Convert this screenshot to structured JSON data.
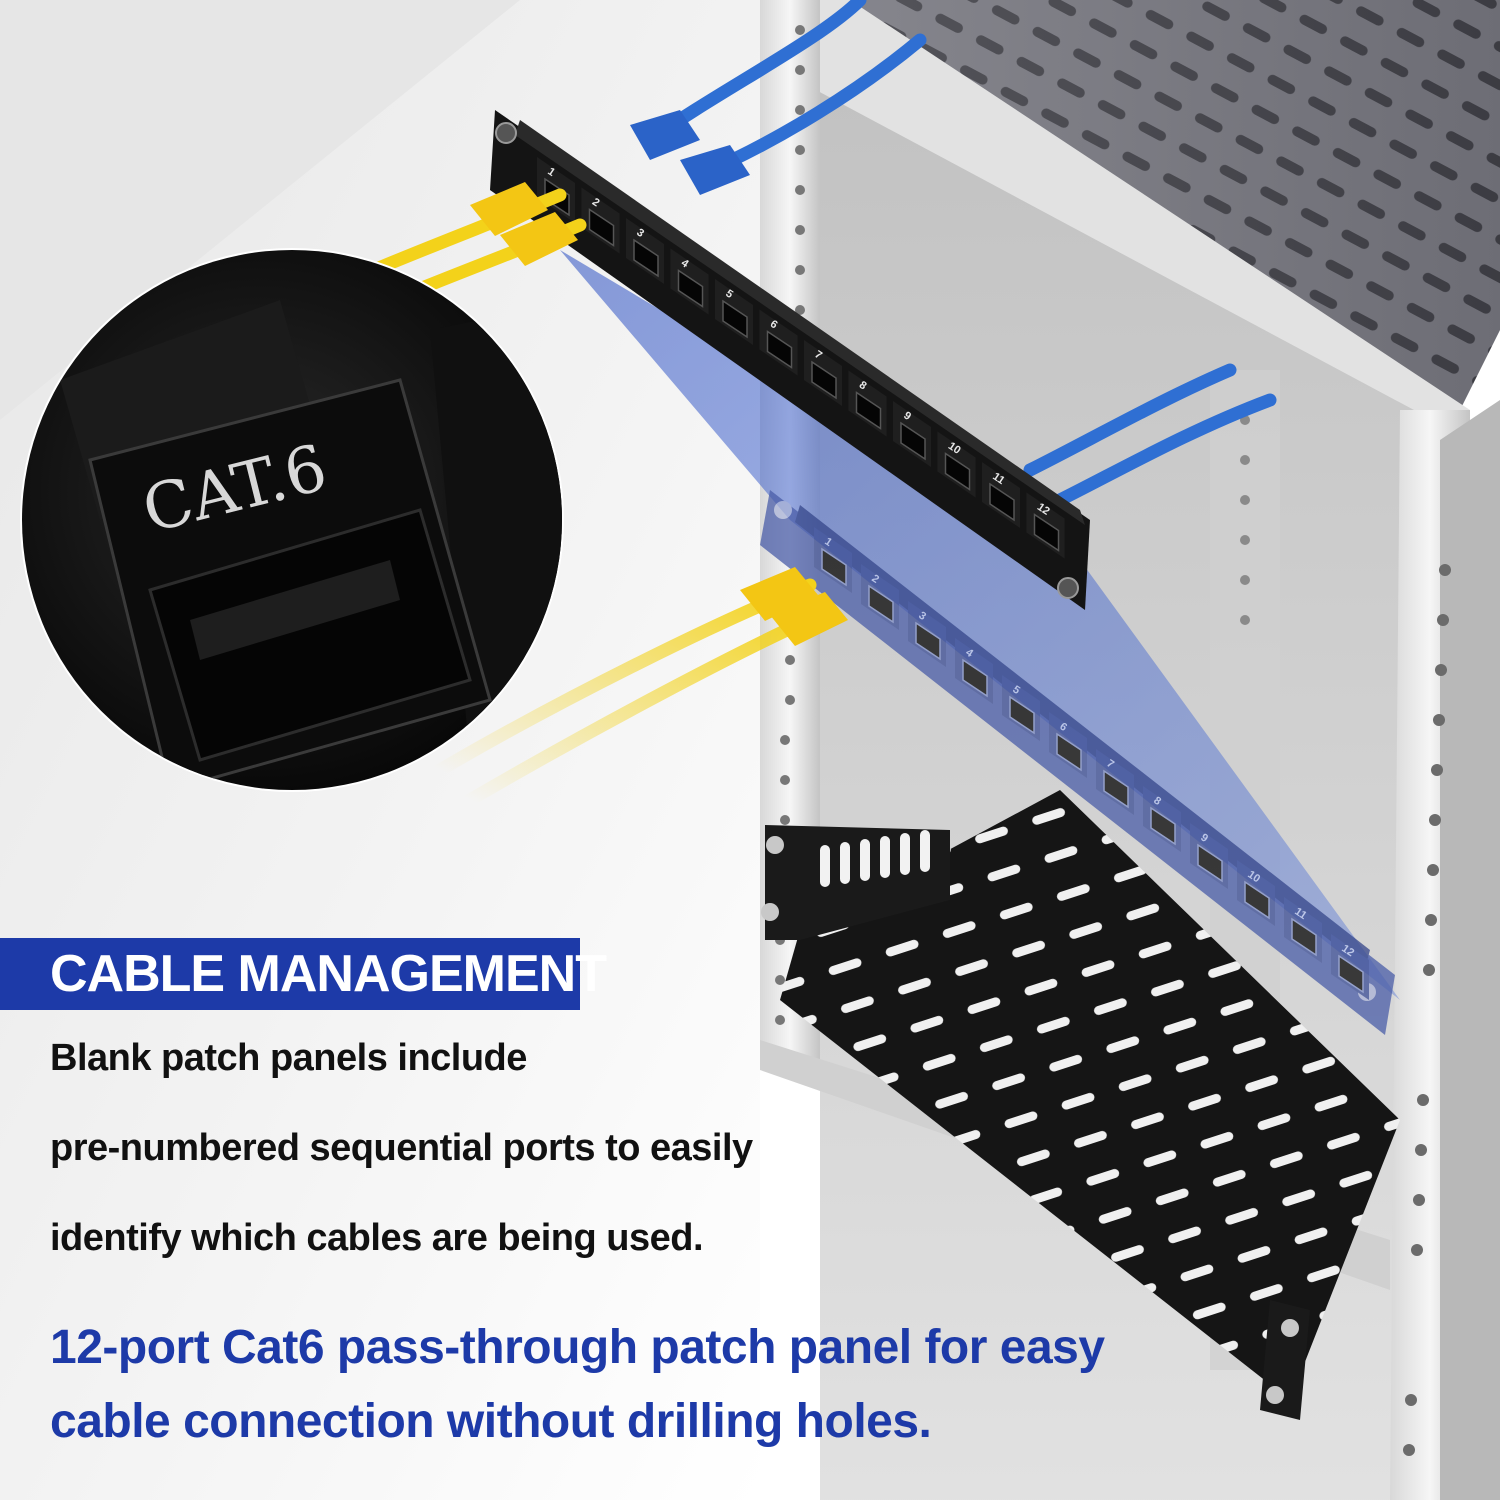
{
  "zoom_inset": {
    "jack_label": "CAT.6"
  },
  "patch_panel": {
    "port_numbers": [
      "1",
      "2",
      "3",
      "4",
      "5",
      "6",
      "7",
      "8",
      "9",
      "10",
      "11",
      "12"
    ]
  },
  "heading": "CABLE MANAGEMENT",
  "description_lines": [
    "Blank patch panels include",
    "pre-numbered sequential ports to easily",
    "identify which cables are being used."
  ],
  "highlight_lines": [
    "12-port Cat6 pass-through patch panel for easy",
    "cable connection without drilling holes."
  ],
  "colors": {
    "accent_blue": "#1d3aa8",
    "cable_yellow": "#f3d21a",
    "cable_blue": "#2f6fd3",
    "panel_black": "#141414"
  }
}
